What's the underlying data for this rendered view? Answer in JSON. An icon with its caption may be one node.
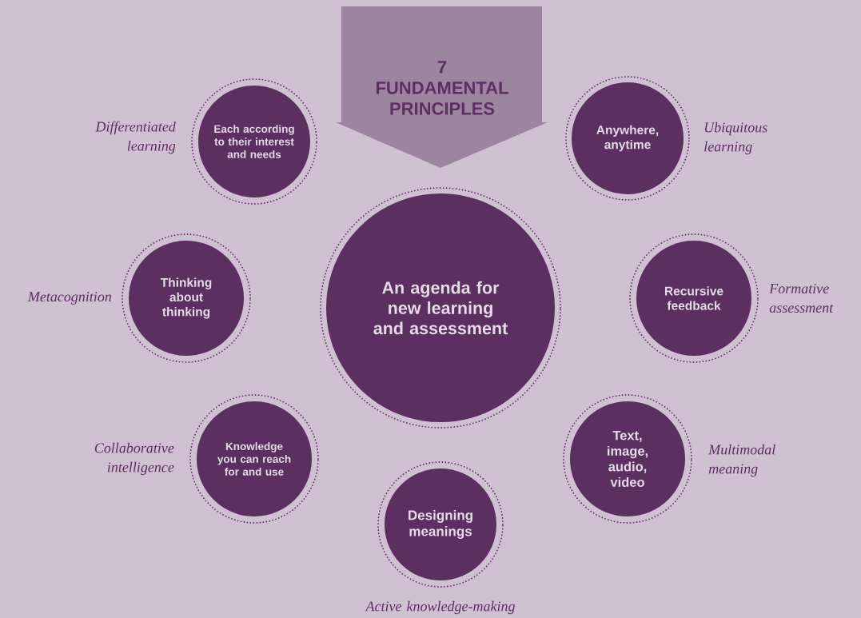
{
  "diagram": {
    "nodes": [
      {
        "text": [
          "7",
          "FUNDAMENTAL PRINCIPLES"
        ]
      },
      {
        "text": [
          "Each according to their interest and needs"
        ],
        "beside": [
          "Differentiated learning"
        ]
      },
      {
        "text": [
          "Anywhere, anytime"
        ],
        "beside": [
          "Ubiquitous learning"
        ]
      },
      {
        "text": [
          "Thinking about thinking"
        ],
        "beside": [
          "Metacognition"
        ]
      },
      {
        "text": [
          "An agenda for new learning and assessment"
        ]
      },
      {
        "text": [
          "Recursive feedback"
        ],
        "beside": [
          "Formative assessment"
        ]
      },
      {
        "text": [
          "Knowledge you can reach for and use"
        ],
        "beside": [
          "Collaborative intelligence"
        ]
      },
      {
        "text": [
          "Text, image, audio, video"
        ],
        "beside": [
          "Multimodal meaning"
        ]
      },
      {
        "text": [
          "Designing meanings"
        ],
        "beside": [
          "Active knowledge-making"
        ]
      }
    ]
  }
}
